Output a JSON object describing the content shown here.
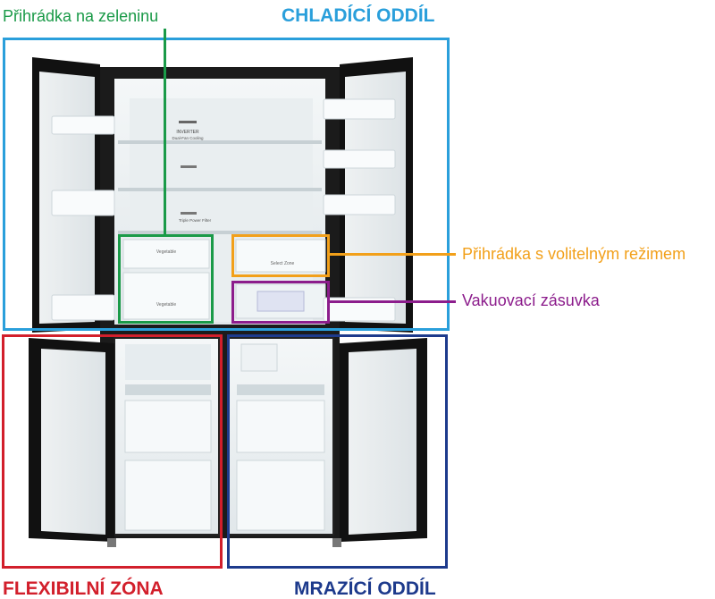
{
  "labels": {
    "chilled": "CHLADÍCÍ ODDÍL",
    "vegetable": "Přihrádka na zeleninu",
    "selectable": "Přihrádka s volitelným režimem",
    "vacuum": "Vakuovací zásuvka",
    "flexible": "FLEXIBILNÍ ZÓNA",
    "freezer": "MRAZÍCÍ ODDÍL"
  },
  "product_text": {
    "inverter": "INVERTER",
    "dual_fan": "Dual-Fan Cooling",
    "triple_filter": "Triple Power Filter",
    "vegetable_1": "Vegetable",
    "vegetable_2": "Vegetable",
    "select_zone": "Select Zone"
  },
  "colors": {
    "chilled": "#2a9fdb",
    "vegetable": "#1a9a48",
    "selectable": "#f2a01a",
    "vacuum": "#8c1d8c",
    "flexible": "#d21f2b",
    "freezer": "#1d3a8c"
  }
}
